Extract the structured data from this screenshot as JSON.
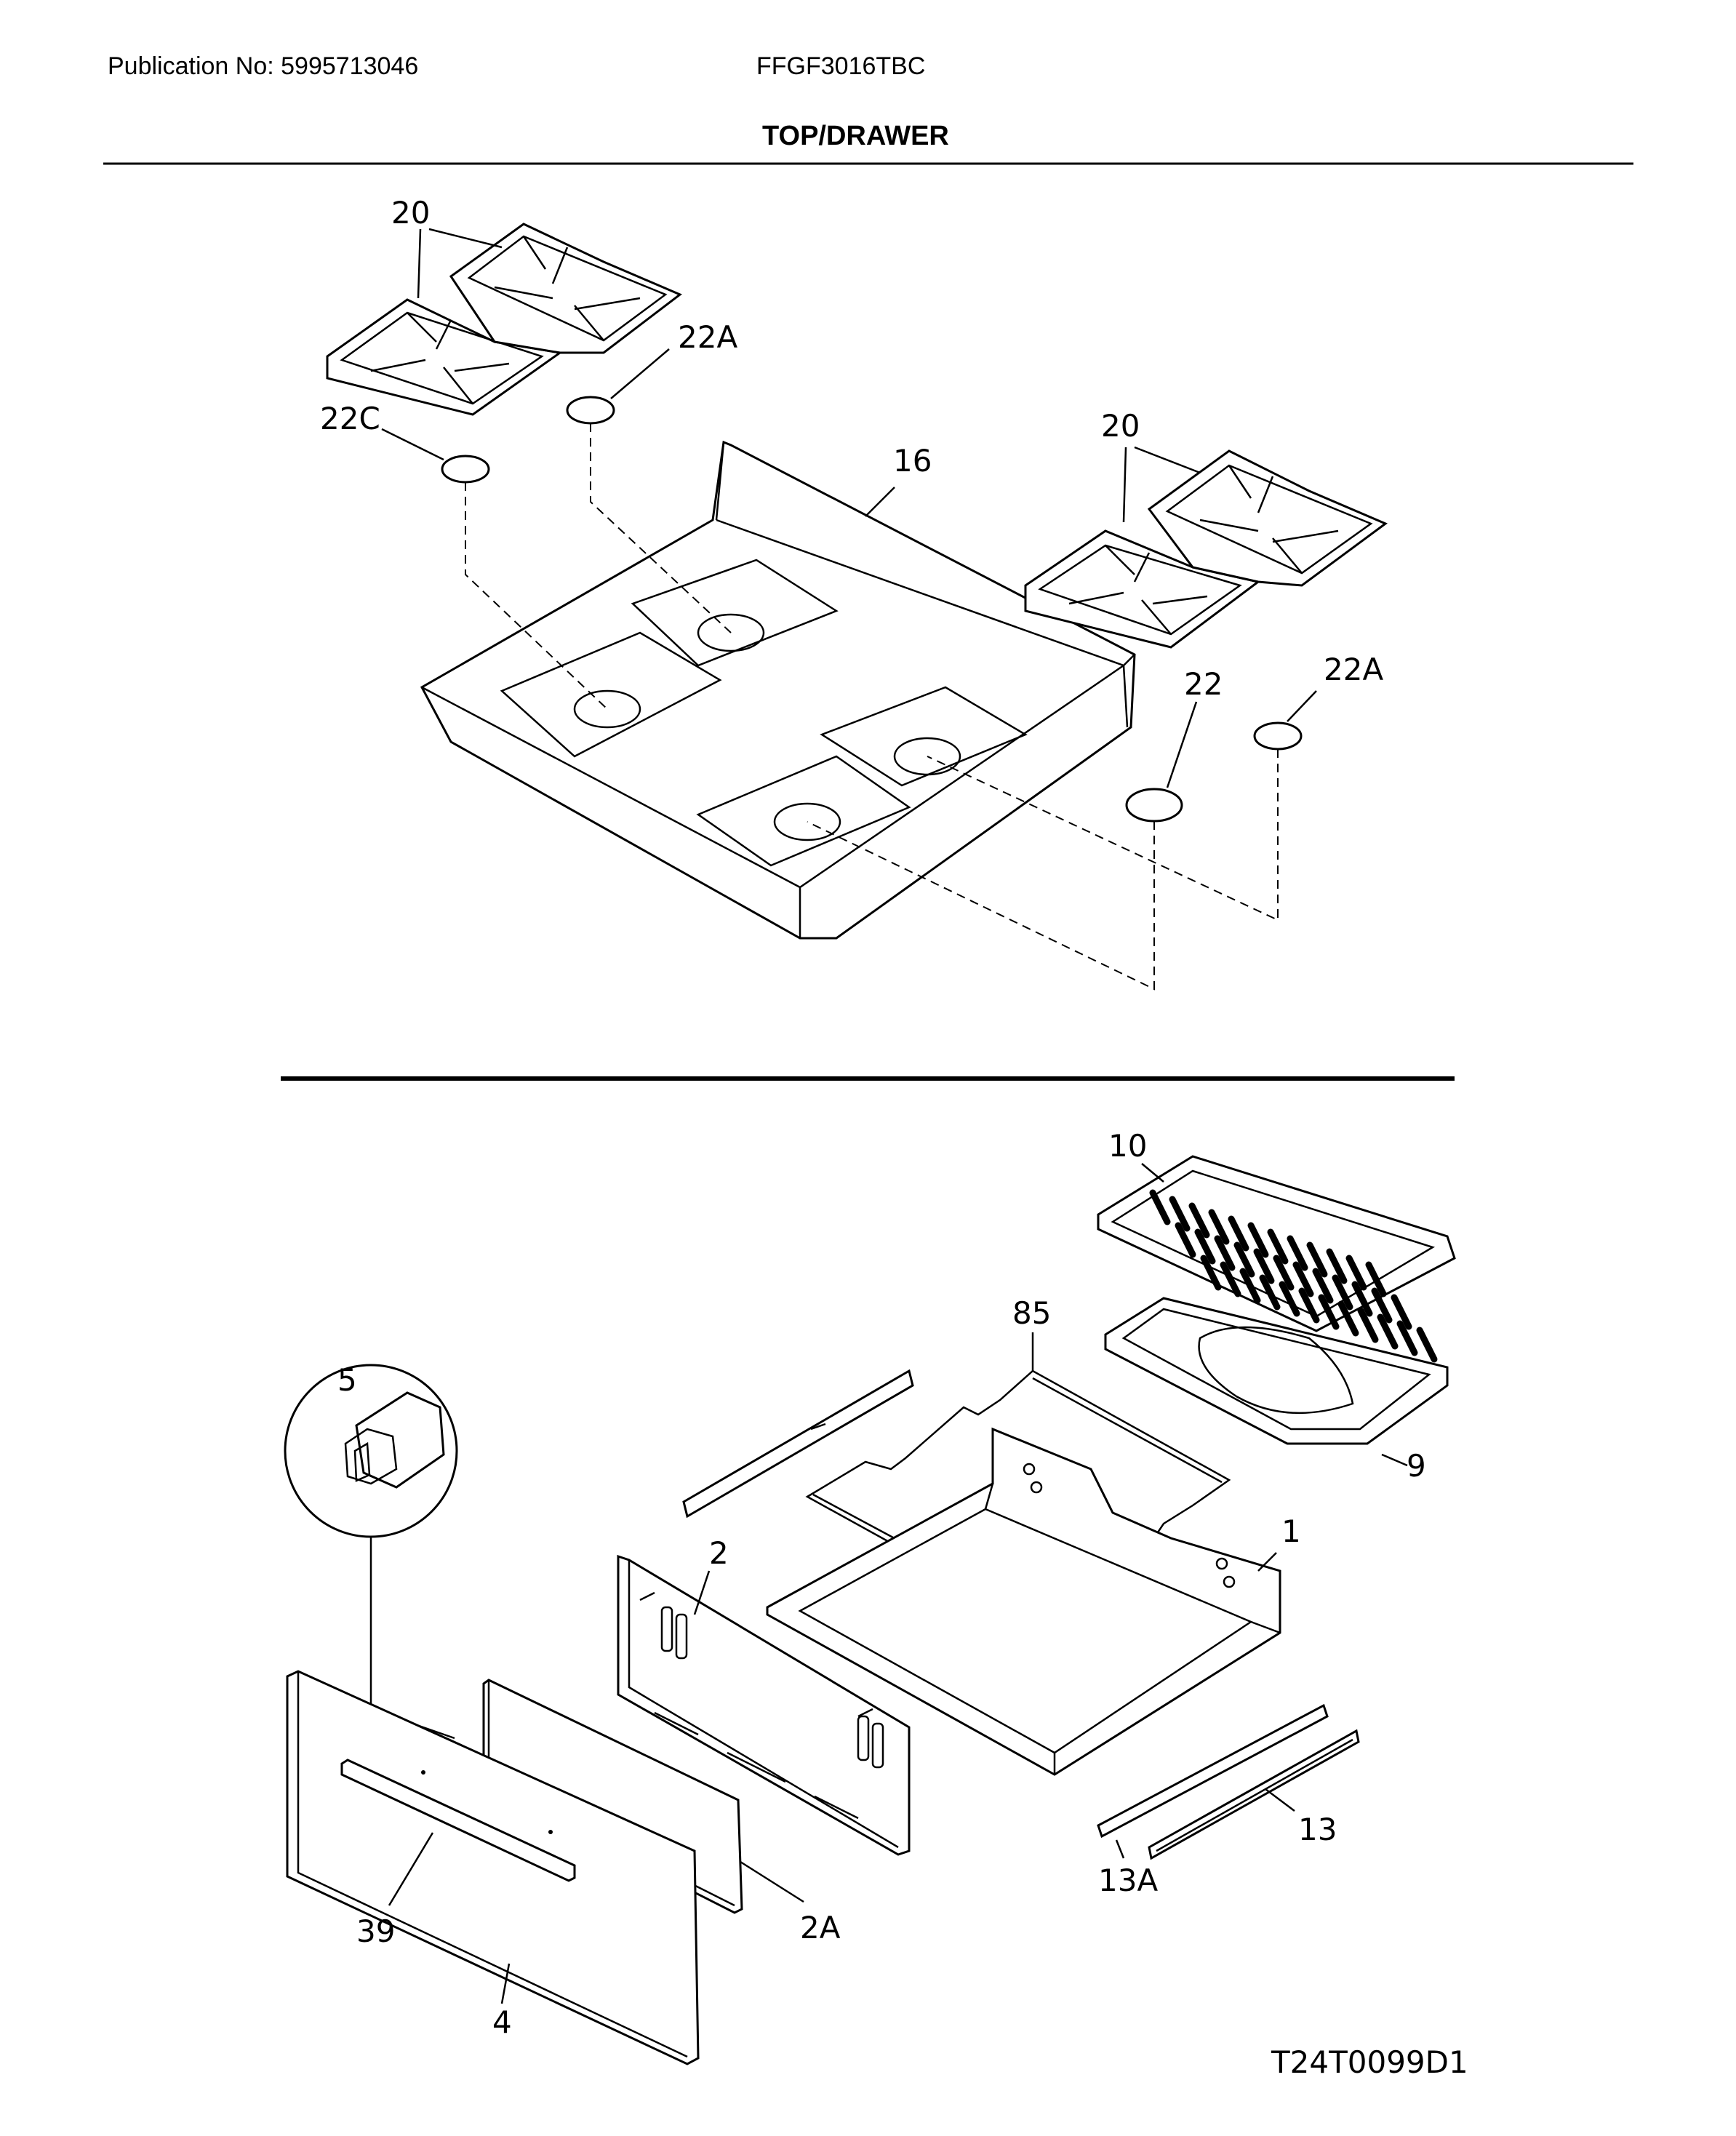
{
  "header": {
    "publication": "Publication No: 5995713046",
    "model": "FFGF3016TBC",
    "section_title": "TOP/DRAWER"
  },
  "callouts": {
    "grate_left": "20",
    "grate_right": "20",
    "cap_22a_left": "22A",
    "cap_22c": "22C",
    "cooktop": "16",
    "cap_22": "22",
    "cap_22a_right": "22A",
    "broiler_insert": "10",
    "drawer_rack": "85",
    "broiler_pan": "9",
    "detail_5": "5",
    "drawer_back": "2",
    "drawer_body": "1",
    "slide_13": "13",
    "slide_13a": "13A",
    "drawer_handle": "39",
    "gasket_2a": "2A",
    "drawer_front": "4"
  },
  "document_id": "T24T0099D1"
}
